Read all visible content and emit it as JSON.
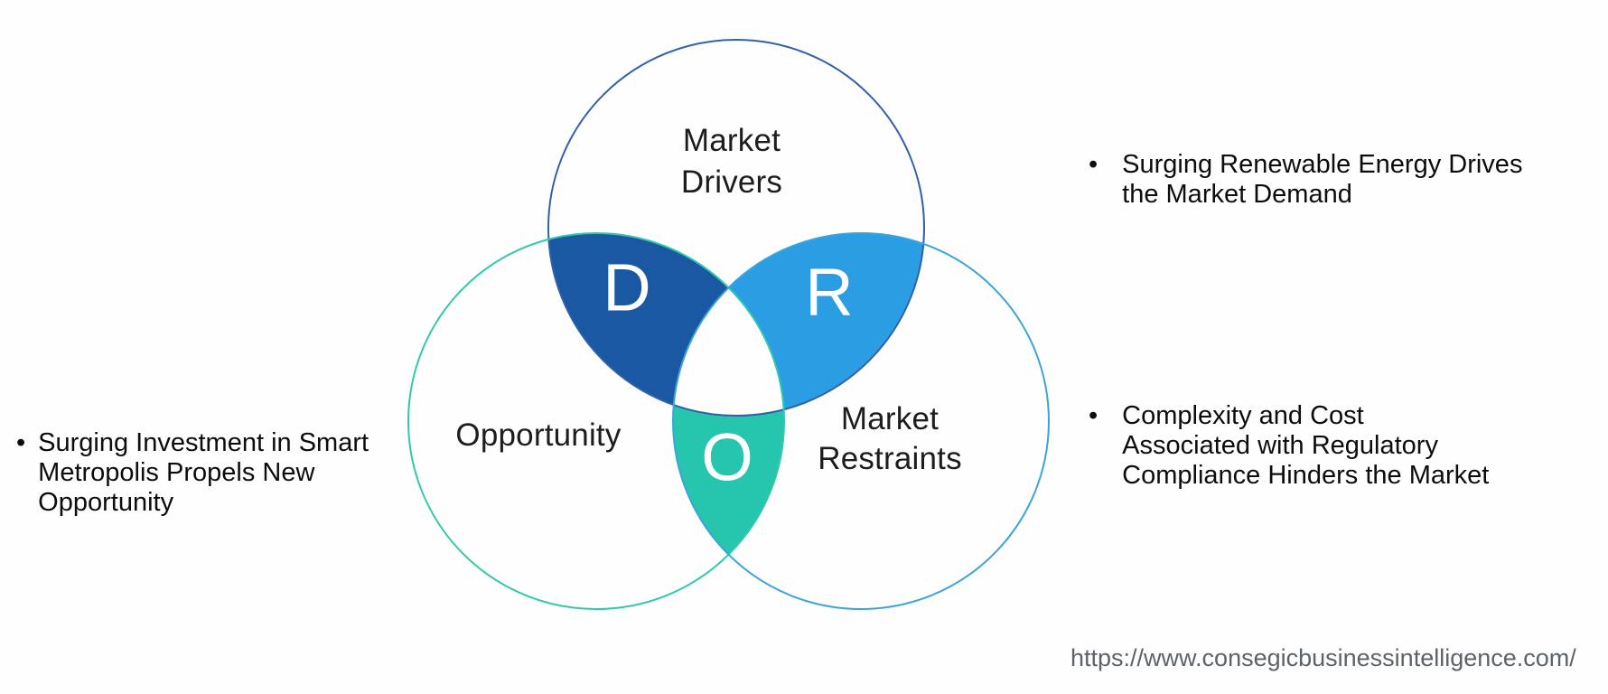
{
  "venn": {
    "drivers": {
      "label_lines": [
        "Market",
        "Drivers"
      ],
      "letter": "D",
      "petal_fill": "#1A58A3",
      "circle_stroke": "#3161A9"
    },
    "restraints": {
      "label_lines": [
        "Market",
        "Restraints"
      ],
      "letter": "R",
      "petal_fill": "#2B9EE3",
      "circle_stroke": "#3AA4DB"
    },
    "opportunity": {
      "label": "Opportunity",
      "letter": "O",
      "petal_fill": "#26C6AE",
      "circle_stroke": "#30C9A9"
    }
  },
  "bullets": {
    "left": {
      "marker": "•",
      "lines": [
        "Surging Investment in Smart",
        "Metropolis Propels New",
        "Opportunity"
      ]
    },
    "right_top": {
      "marker": "•",
      "lines": [
        "Surging Renewable Energy Drives",
        "the Market Demand"
      ]
    },
    "right_bottom": {
      "marker": "•",
      "lines": [
        "Complexity and Cost",
        "Associated with Regulatory",
        "Compliance Hinders the Market"
      ]
    }
  },
  "footer": {
    "url": "https://www.consegicbusinessintelligence.com/"
  }
}
